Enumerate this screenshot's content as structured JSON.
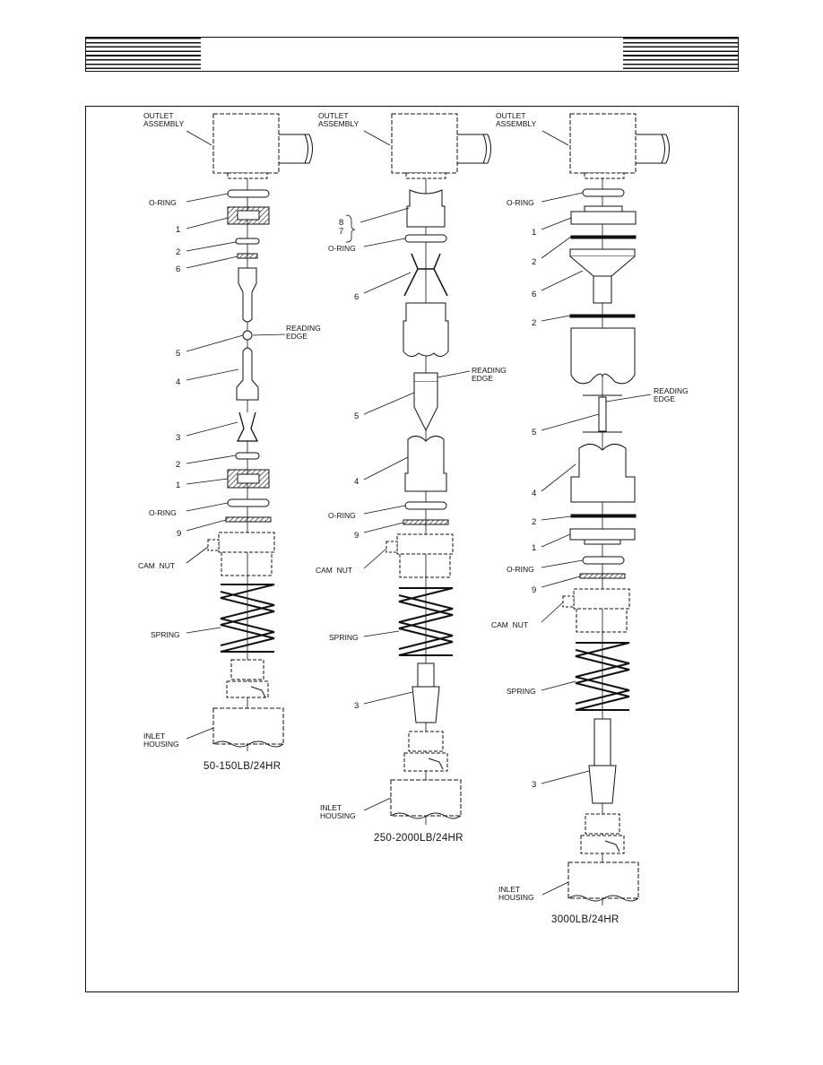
{
  "columns": [
    {
      "caption": "50-150LB/24HR",
      "labels": {
        "outlet": "OUTLET\nASSEMBLY",
        "oring_top": "O-RING",
        "part1_top": "1",
        "part2_top": "2",
        "part6": "6",
        "reading_edge": "READING\nEDGE",
        "part5": "5",
        "part4": "4",
        "part3": "3",
        "part2_bot": "2",
        "part1_bot": "1",
        "oring_bot": "O-RING",
        "part9": "9",
        "cam_nut": "CAM  NUT",
        "spring": "SPRING",
        "inlet": "INLET\nHOUSING"
      }
    },
    {
      "caption": "250-2000LB/24HR",
      "labels": {
        "outlet": "OUTLET\nASSEMBLY",
        "part87": "8\n7",
        "oring_top": "O-RING",
        "part6": "6",
        "reading_edge": "READING\nEDGE",
        "part5": "5",
        "part4": "4",
        "oring_bot": "O-RING",
        "part9": "9",
        "cam_nut": "CAM  NUT",
        "spring": "SPRING",
        "part3": "3",
        "inlet": "INLET\nHOUSING"
      }
    },
    {
      "caption": "3000LB/24HR",
      "labels": {
        "outlet": "OUTLET\nASSEMBLY",
        "oring_top": "O-RING",
        "part1_top": "1",
        "part2_a": "2",
        "part6": "6",
        "part2_b": "2",
        "reading_edge": "READING\nEDGE",
        "part5": "5",
        "part4": "4",
        "part2_c": "2",
        "part1_bot": "1",
        "oring_bot": "O-RING",
        "part9": "9",
        "cam_nut": "CAM  NUT",
        "spring": "SPRING",
        "part3": "3",
        "inlet": "INLET\nHOUSING"
      }
    }
  ]
}
